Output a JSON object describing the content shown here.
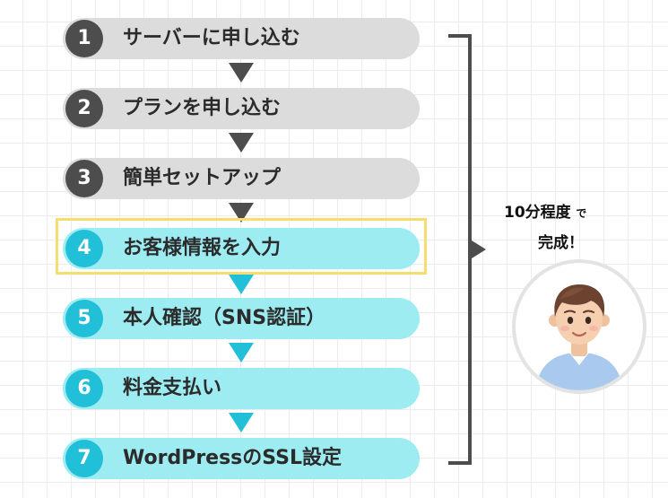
{
  "steps": [
    {
      "number": "1",
      "label": "サーバーに申し込む",
      "style": "gray"
    },
    {
      "number": "2",
      "label": "プランを申し込む",
      "style": "gray"
    },
    {
      "number": "3",
      "label": "簡単セットアップ",
      "style": "gray"
    },
    {
      "number": "4",
      "label": "お客様情報を入力",
      "style": "cyan"
    },
    {
      "number": "5",
      "label": "本人確認（SNS認証）",
      "style": "cyan"
    },
    {
      "number": "6",
      "label": "料金支払い",
      "style": "cyan"
    },
    {
      "number": "7",
      "label": "WordPressのSSL設定",
      "style": "cyan"
    }
  ],
  "note": {
    "duration": "10分程度",
    "particle": "で",
    "result": "完成！"
  },
  "colors": {
    "done_bg": "#dcdcdc",
    "done_circle": "#4d4d4d",
    "todo_bg": "#9cecf2",
    "todo_circle": "#22bfd8",
    "highlight_border": "#f7dc6f"
  },
  "icons": {
    "avatar": "person-avatar"
  }
}
